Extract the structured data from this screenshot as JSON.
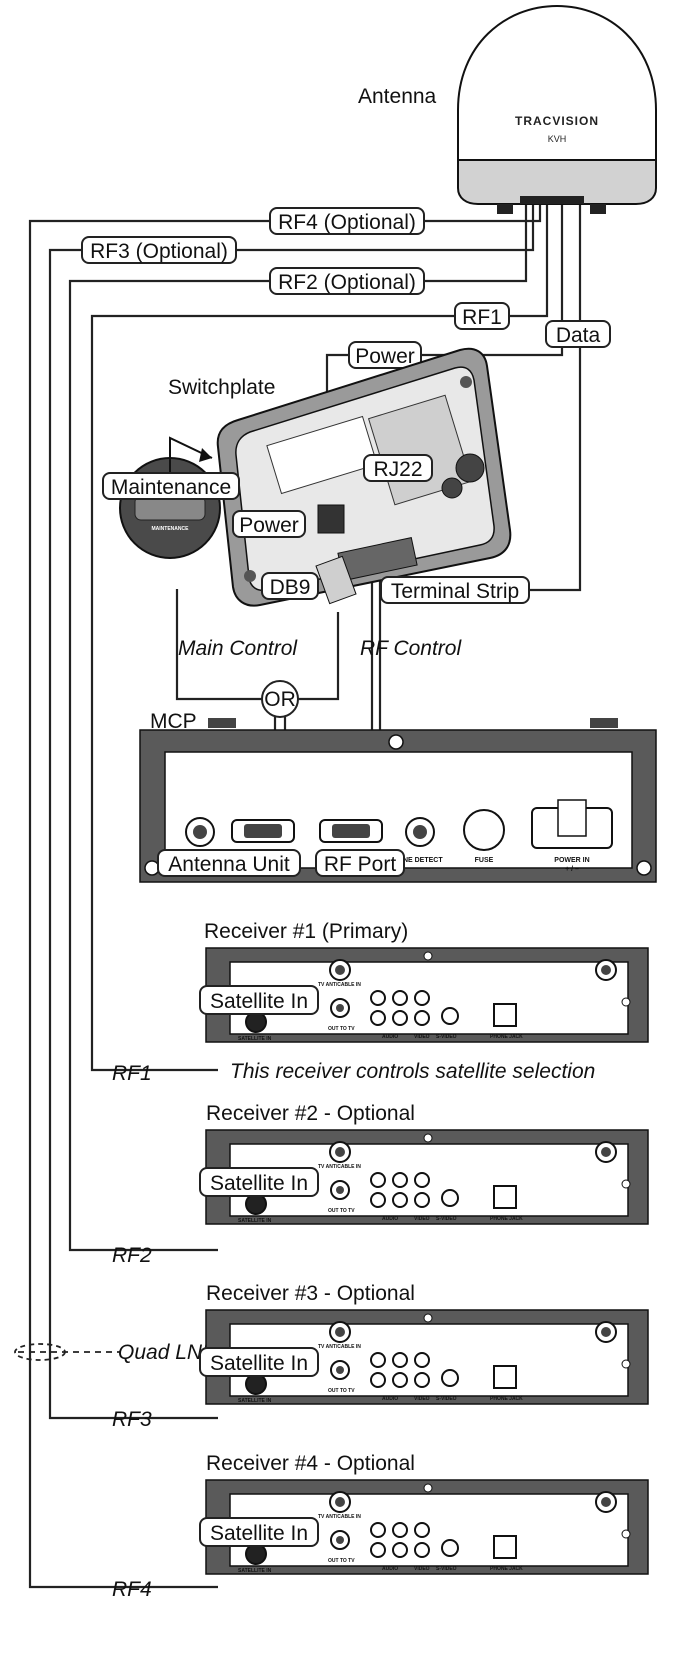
{
  "antenna": {
    "label": "Antenna",
    "brand": "TRACVISION",
    "maker_logo": "KVH"
  },
  "wires": {
    "rf4": "RF4 (Optional)",
    "rf3": "RF3 (Optional)",
    "rf2": "RF2 (Optional)",
    "rf1": "RF1",
    "power": "Power",
    "data": "Data"
  },
  "switchplate": {
    "title": "Switchplate",
    "maintenance": "Maintenance",
    "maintenance_plate": "MAINTENANCE",
    "power": "Power",
    "rj22": "RJ22",
    "db9": "DB9",
    "terminal_strip": "Terminal Strip"
  },
  "control": {
    "main_control": "Main Control",
    "rf_control": "RF Control",
    "or": "OR"
  },
  "mcp": {
    "title": "MCP",
    "antenna_unit": "Antenna Unit",
    "rf_port": "RF Port",
    "tone_detect": "TONE DETECT",
    "fuse": "FUSE",
    "power_in": "POWER IN",
    "power_in_sub": "+ / –"
  },
  "receiver_panel": {
    "tv_ant": "TV ANT/CABLE IN",
    "out_to_tv": "OUT TO TV",
    "audio": "AUDIO",
    "video": "VIDEO",
    "svideo": "S-VIDEO",
    "phone": "PHONE JACK",
    "sat_in_small": "SATELLITE IN"
  },
  "receivers": [
    {
      "title": "Receiver #1 (Primary)",
      "input": "Satellite In",
      "rf": "RF1"
    },
    {
      "title": "Receiver #2 - Optional",
      "input": "Satellite In",
      "rf": "RF2"
    },
    {
      "title": "Receiver #3 - Optional",
      "input": "Satellite In",
      "rf": "RF3"
    },
    {
      "title": "Receiver #4 - Optional",
      "input": "Satellite In",
      "rf": "RF4"
    }
  ],
  "notes": {
    "primary_note": "This receiver controls satellite selection",
    "quad_lnb": "Quad LNB Only"
  }
}
